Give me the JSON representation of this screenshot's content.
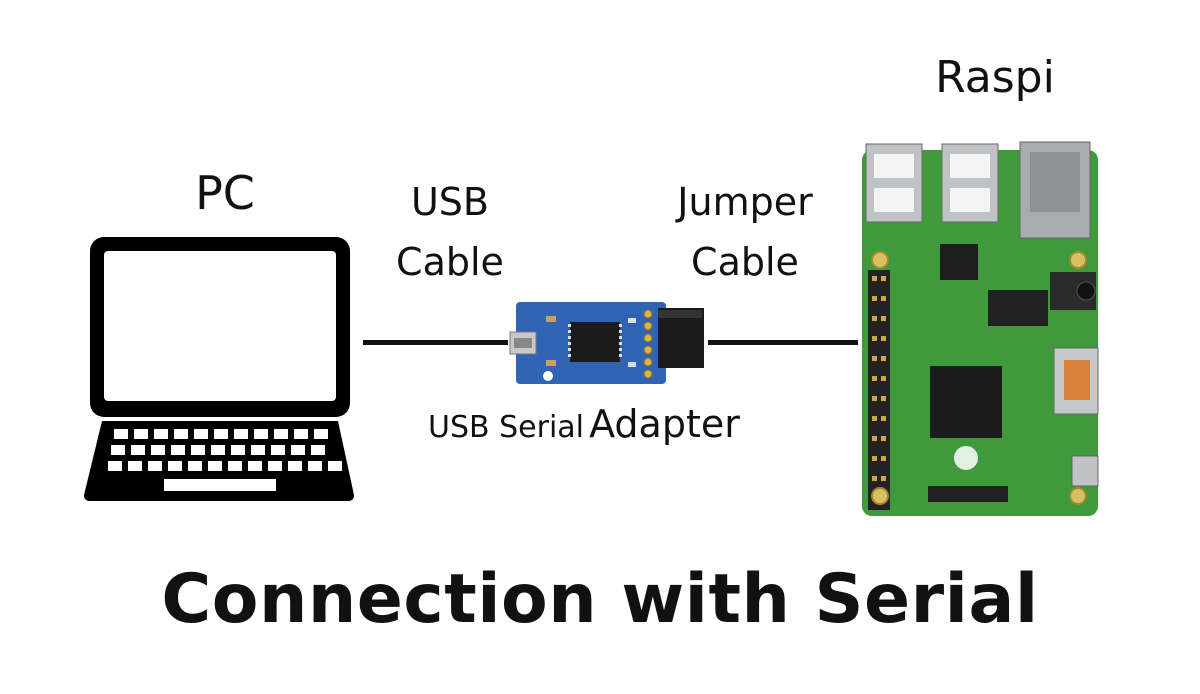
{
  "labels": {
    "pc": "PC",
    "usb_cable_line1": "USB",
    "usb_cable_line2": "Cable",
    "jumper_cable_line1": "Jumper",
    "jumper_cable_line2": "Cable",
    "raspi": "Raspi",
    "adapter_small": "USB Serial",
    "adapter_big": "Adapter",
    "title": "Connection with Serial"
  },
  "colors": {
    "line": "#111111",
    "adapter_board": "#2f64b4",
    "raspi_board": "#3f9a3c"
  },
  "icons": [
    "laptop-icon",
    "usb-serial-adapter-image",
    "raspberry-pi-board-image"
  ]
}
